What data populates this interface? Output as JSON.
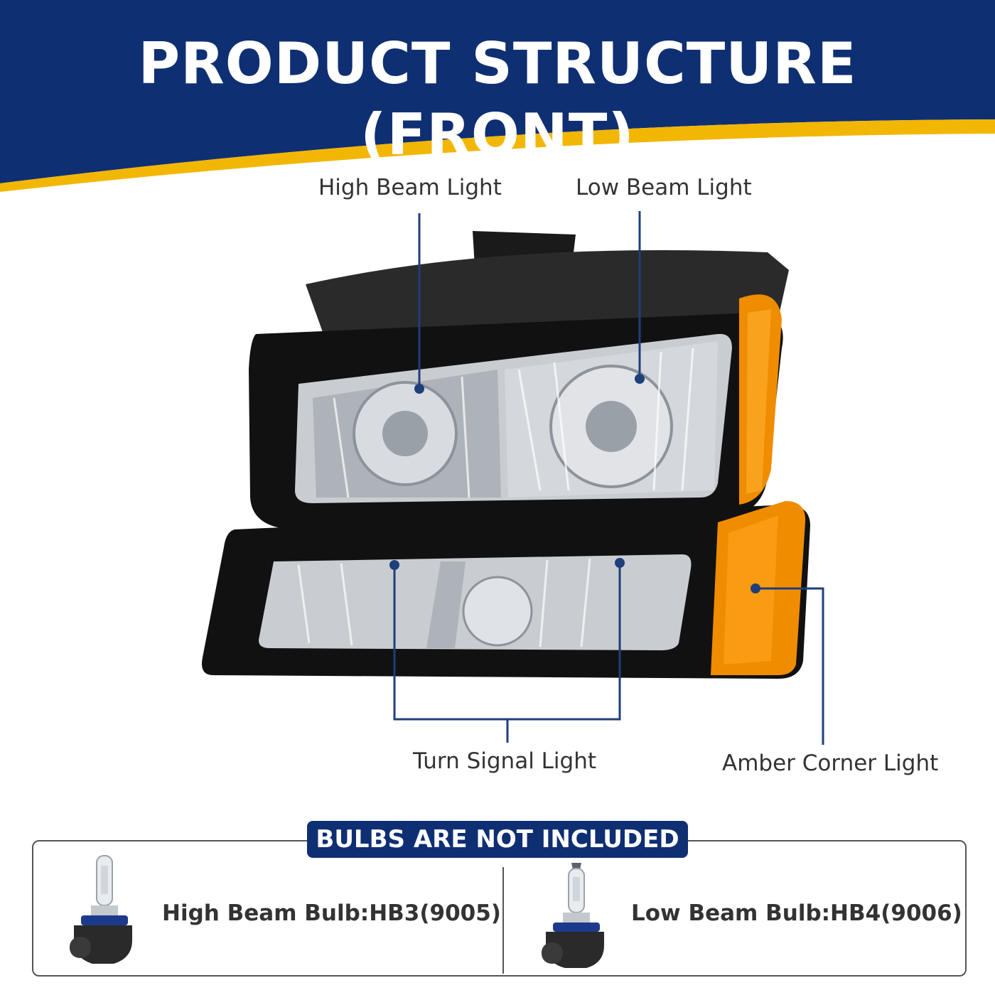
{
  "header": {
    "title": "PRODUCT STRUCTURE (FRONT)"
  },
  "callouts": {
    "high_beam": "High Beam Light",
    "low_beam": "Low Beam Light",
    "turn_signal": "Turn Signal Light",
    "amber_corner": "Amber Corner Light"
  },
  "bulbs": {
    "notice": "BULBS ARE NOT INCLUDED",
    "high_beam": "High Beam Bulb:HB3(9005)",
    "low_beam": "Low Beam Bulb:HB4(9006)"
  },
  "colors": {
    "header_blue": "#0f2f73",
    "accent_yellow": "#f2b705",
    "callout_line": "#1f3f7a",
    "amber": "#f08c00",
    "housing": "#111111"
  }
}
